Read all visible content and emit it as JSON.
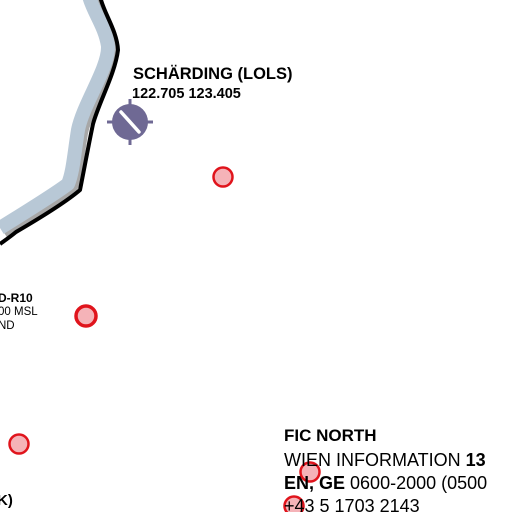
{
  "colors": {
    "river_fill": "#b8c8d6",
    "river_shadow": "#a7a7a7",
    "border_line": "#000000",
    "aerodrome_symbol": "#6f6994",
    "point_fill": "#f5b3b8",
    "point_stroke": "#e0141c",
    "text": "#000000"
  },
  "aerodrome": {
    "icon": "aerodrome-icon",
    "name": "SCHÄRDING (LOLS)",
    "frequencies": "122.705 123.405"
  },
  "restricted_area": {
    "id": "D-R10",
    "altitude": "00 MSL",
    "note": "ND"
  },
  "edge_label": "K)",
  "fic": {
    "title": "FIC NORTH",
    "station": "WIEN INFORMATION",
    "station_freq_fragment": "13",
    "languages": "EN, GE",
    "hours": "0600-2000 (0500",
    "phone": "+43 5 1703 2143"
  }
}
